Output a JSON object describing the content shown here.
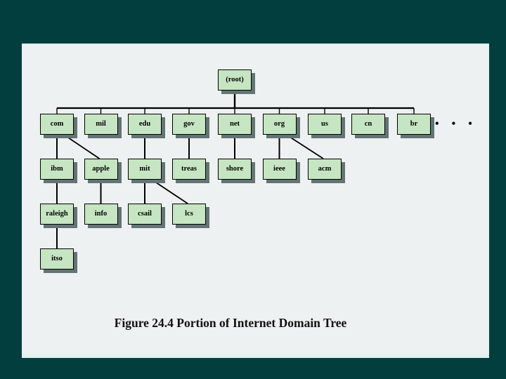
{
  "page": {
    "background_color": "#033e3e",
    "slide_background_color": "#eef1f1"
  },
  "slide": {
    "caption": "Figure 24.4  Portion of Internet Domain Tree",
    "ellipsis": "• • •"
  },
  "diagram": {
    "type": "tree",
    "title": "Portion of Internet Domain Tree",
    "colors": {
      "node_fill": "#c6e5c2",
      "node_border": "#000000",
      "node_shadow": "#637474",
      "connector": "#000000"
    },
    "nodes": [
      {
        "id": "root",
        "label": "(root)",
        "row": 0,
        "col": 4,
        "parent": null
      },
      {
        "id": "com",
        "label": "com",
        "row": 1,
        "col": 0,
        "parent": "root"
      },
      {
        "id": "mil",
        "label": "mil",
        "row": 1,
        "col": 1,
        "parent": "root"
      },
      {
        "id": "edu",
        "label": "edu",
        "row": 1,
        "col": 2,
        "parent": "root"
      },
      {
        "id": "gov",
        "label": "gov",
        "row": 1,
        "col": 3,
        "parent": "root"
      },
      {
        "id": "net",
        "label": "net",
        "row": 1,
        "col": 4,
        "parent": "root"
      },
      {
        "id": "org",
        "label": "org",
        "row": 1,
        "col": 5,
        "parent": "root"
      },
      {
        "id": "us",
        "label": "us",
        "row": 1,
        "col": 6,
        "parent": "root"
      },
      {
        "id": "cn",
        "label": "cn",
        "row": 1,
        "col": 7,
        "parent": "root"
      },
      {
        "id": "br",
        "label": "br",
        "row": 1,
        "col": 8,
        "parent": "root"
      },
      {
        "id": "ibm",
        "label": "ibm",
        "row": 2,
        "col": 0,
        "parent": "com"
      },
      {
        "id": "apple",
        "label": "apple",
        "row": 2,
        "col": 1,
        "parent": "com"
      },
      {
        "id": "mit",
        "label": "mit",
        "row": 2,
        "col": 2,
        "parent": "edu"
      },
      {
        "id": "treas",
        "label": "treas",
        "row": 2,
        "col": 3,
        "parent": "gov"
      },
      {
        "id": "shore",
        "label": "shore",
        "row": 2,
        "col": 4,
        "parent": "net"
      },
      {
        "id": "ieee",
        "label": "ieee",
        "row": 2,
        "col": 5,
        "parent": "org"
      },
      {
        "id": "acm",
        "label": "acm",
        "row": 2,
        "col": 6,
        "parent": "org"
      },
      {
        "id": "raleigh",
        "label": "raleigh",
        "row": 3,
        "col": 0,
        "parent": "ibm"
      },
      {
        "id": "info",
        "label": "info",
        "row": 3,
        "col": 1,
        "parent": "apple"
      },
      {
        "id": "csail",
        "label": "csail",
        "row": 3,
        "col": 2,
        "parent": "mit"
      },
      {
        "id": "lcs",
        "label": "lcs",
        "row": 3,
        "col": 3,
        "parent": "mit"
      },
      {
        "id": "itso",
        "label": "itso",
        "row": 4,
        "col": 0,
        "parent": "raleigh"
      }
    ]
  }
}
